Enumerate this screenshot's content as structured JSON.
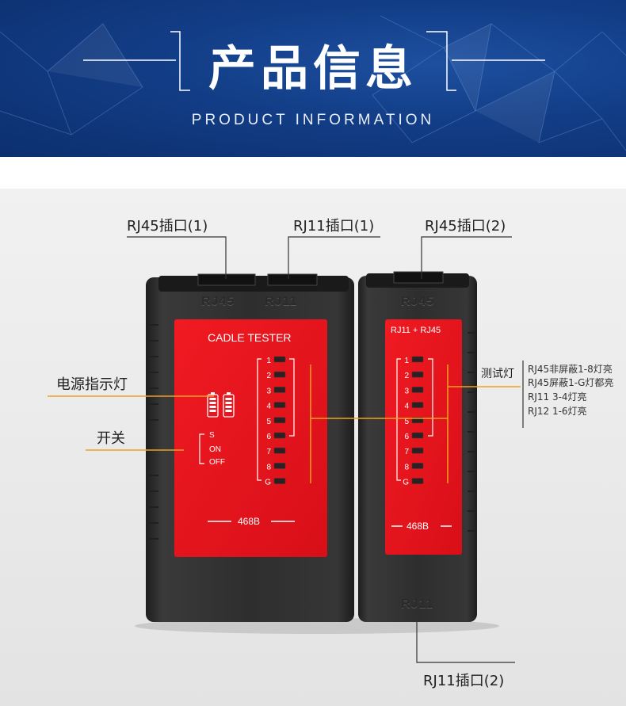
{
  "banner": {
    "title": "产品信息",
    "subtitle": "PRODUCT INFORMATION"
  },
  "callouts": {
    "rj45_port_1": "RJ45插口(1)",
    "rj11_port_1": "RJ11插口(1)",
    "rj45_port_2": "RJ45插口(2)",
    "power_indicator": "电源指示灯",
    "switch": "开关",
    "test_light": "测试灯",
    "rj11_port_2": "RJ11插口(2)"
  },
  "test_light_notes": [
    "RJ45非屏蔽1-8灯亮",
    "RJ45屏蔽1-G灯都亮",
    "RJ11  3-4灯亮",
    "RJ12  1-6灯亮"
  ],
  "device": {
    "main_unit": {
      "top_emboss_left": "RJ45",
      "top_emboss_right": "RJ11",
      "panel_title": "CADLE TESTER",
      "switch_labels": [
        "S",
        "ON",
        "OFF"
      ],
      "led_labels": [
        "1",
        "2",
        "3",
        "4",
        "5",
        "6",
        "7",
        "8",
        "G"
      ],
      "standard": "468B"
    },
    "remote_unit": {
      "top_emboss": "RJ45",
      "bottom_emboss": "RJ11",
      "panel_title": "RJ11 + RJ45",
      "led_labels": [
        "1",
        "2",
        "3",
        "4",
        "5",
        "6",
        "7",
        "8",
        "G"
      ],
      "standard": "468B"
    }
  },
  "colors": {
    "banner_blue": "#123d86",
    "panel_red": "#e8141c",
    "callout_line": "#f0a020",
    "body_black": "#2b2b2b"
  }
}
